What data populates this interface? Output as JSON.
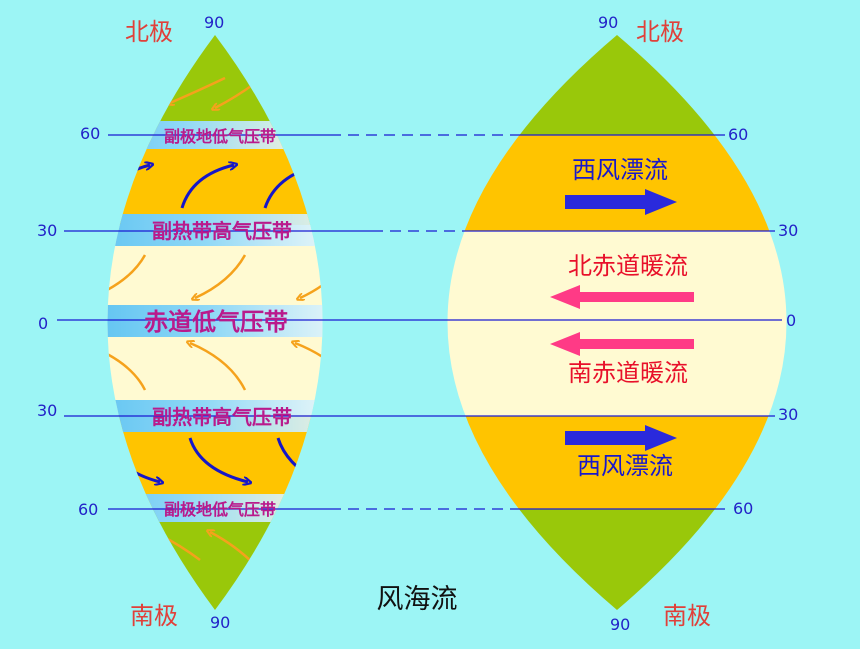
{
  "colors": {
    "background": "#9cf5f5",
    "polar_green": "#99c80a",
    "temperate_yellow": "#ffc400",
    "tropical_cream": "#fffad2",
    "belt_blue": "#5dc4f0",
    "belt_text": "#b91a8c",
    "wind_orange": "#f5a21c",
    "wind_blue": "#1616c8",
    "latitude_line": "#1a1ad2",
    "pole_label": "#e0403a",
    "number_label": "#2222c8",
    "warm_current": "#ff3a86",
    "west_wind_drift": "#2a2adc",
    "current_label_red": "#e8102a",
    "current_label_blue": "#1818cc"
  },
  "left_globe": {
    "north_pole_label": "北极",
    "south_pole_label": "南极",
    "north_pole_degree": "90",
    "south_pole_degree": "90",
    "latitudes": {
      "n60": "60",
      "n30": "30",
      "eq": "0",
      "s30": "30",
      "s60": "60"
    },
    "pressure_belts": {
      "n60": "副极地低气压带",
      "n30": "副热带高气压带",
      "eq": "赤道低气压带",
      "s30": "副热带高气压带",
      "s60": "副极地低气压带"
    }
  },
  "right_globe": {
    "north_pole_label": "北极",
    "south_pole_label": "南极",
    "north_pole_degree": "90",
    "south_pole_degree": "90",
    "latitudes": {
      "n60": "60",
      "n30": "30",
      "eq": "0",
      "s30": "30",
      "s60": "60"
    },
    "currents": {
      "north_west_wind_drift": "西风漂流",
      "north_equatorial": "北赤道暖流",
      "south_equatorial": "南赤道暖流",
      "south_west_wind_drift": "西风漂流"
    }
  },
  "caption": "风海流"
}
